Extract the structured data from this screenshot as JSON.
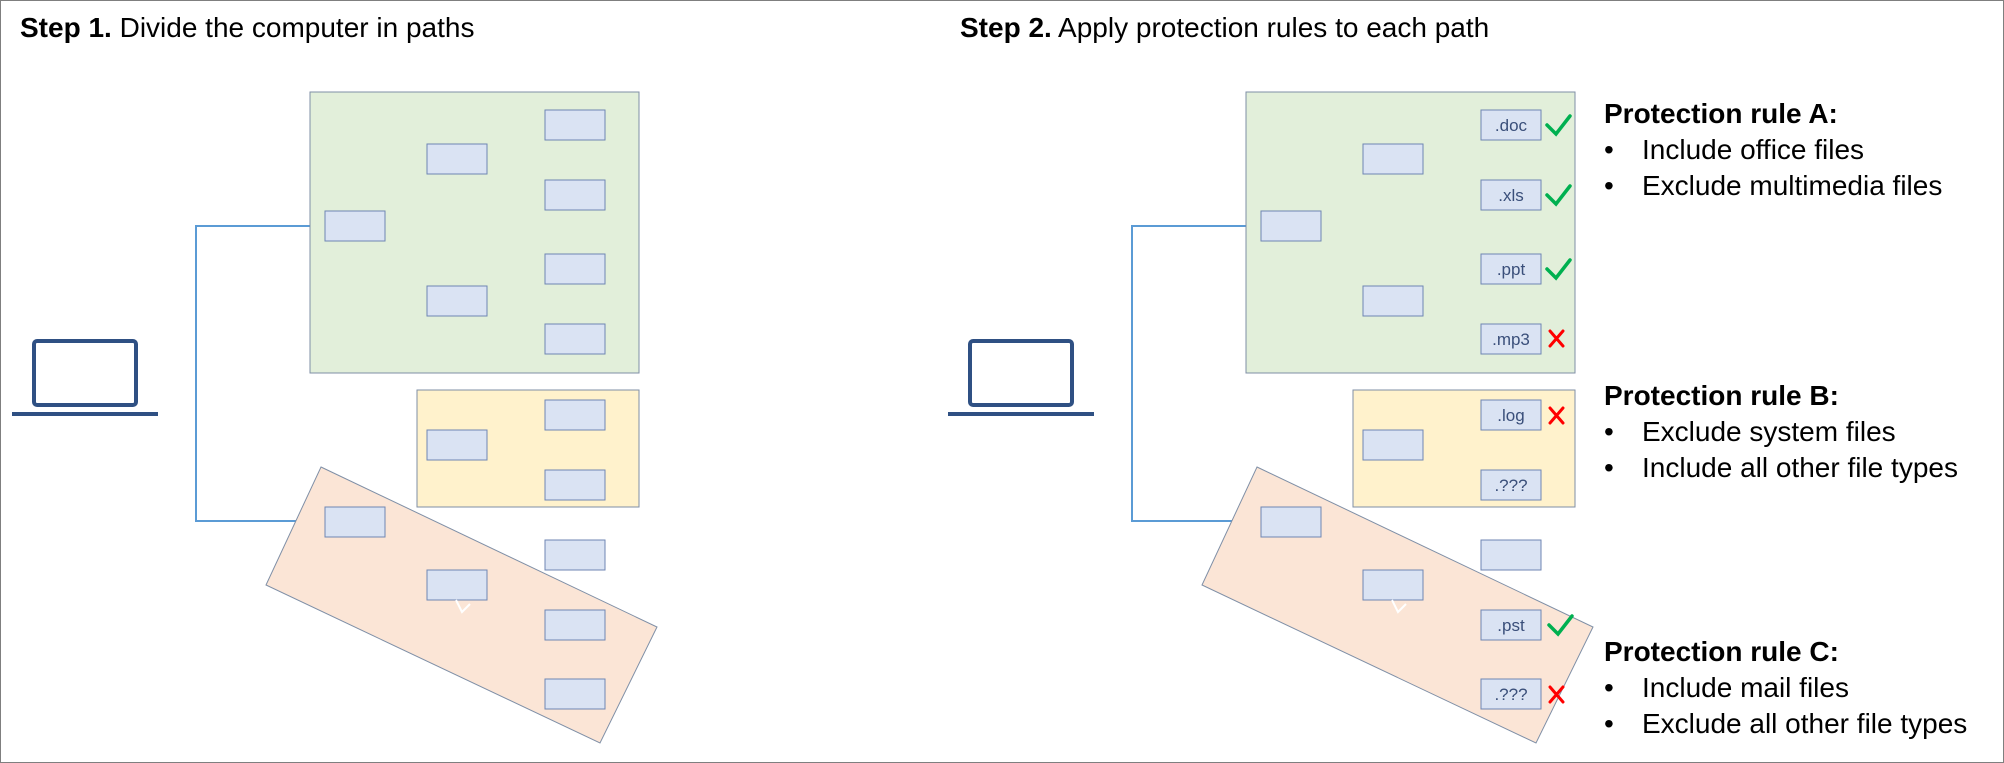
{
  "step1": {
    "bold": "Step 1.",
    "rest": " Divide the computer in paths"
  },
  "step2": {
    "bold": "Step 2.",
    "rest": " Apply protection rules to each path"
  },
  "file_labels": {
    "doc": ".doc",
    "xls": ".xls",
    "ppt": ".ppt",
    "mp3": ".mp3",
    "log": ".log",
    "unknown_b": ".???",
    "pst": ".pst",
    "unknown_c": ".???"
  },
  "rules": [
    {
      "title": "Protection rule A:",
      "items": [
        "Include office files",
        "Exclude multimedia files"
      ]
    },
    {
      "title": "Protection rule B:",
      "items": [
        "Exclude system files",
        "Include all other file types"
      ]
    },
    {
      "title": "Protection rule C:",
      "items": [
        "Include mail files",
        "Exclude all other file types"
      ]
    }
  ],
  "colors": {
    "green_path": "#e2efda",
    "yellow_path": "#fff2cc",
    "red_path": "#fbe5d6",
    "file_box": "#dae3f3",
    "connector": "#5b9bd5",
    "laptop": "#2f5083",
    "check": "#00b050",
    "cross": "#ff0000"
  },
  "icons": [
    "laptop-icon",
    "check-icon",
    "cross-icon"
  ]
}
